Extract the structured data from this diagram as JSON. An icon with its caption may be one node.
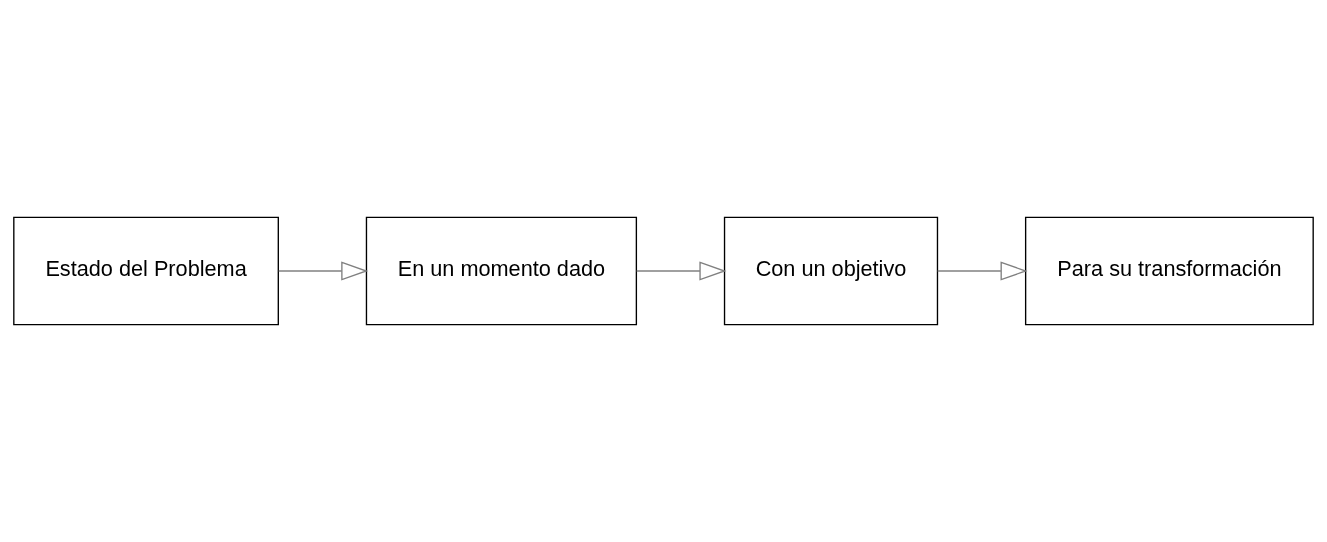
{
  "diagram": {
    "nodes": [
      {
        "text": [
          "Estado del Problema"
        ]
      },
      {
        "text": [
          "En un momento dado"
        ]
      },
      {
        "text": [
          "Con un objetivo"
        ]
      },
      {
        "text": [
          "Para su transformación"
        ]
      }
    ],
    "edges": [
      {
        "from": 0,
        "to": 1,
        "arrow": "to"
      },
      {
        "from": 1,
        "to": 2,
        "arrow": "to"
      },
      {
        "from": 2,
        "to": 3,
        "arrow": "to"
      }
    ]
  }
}
